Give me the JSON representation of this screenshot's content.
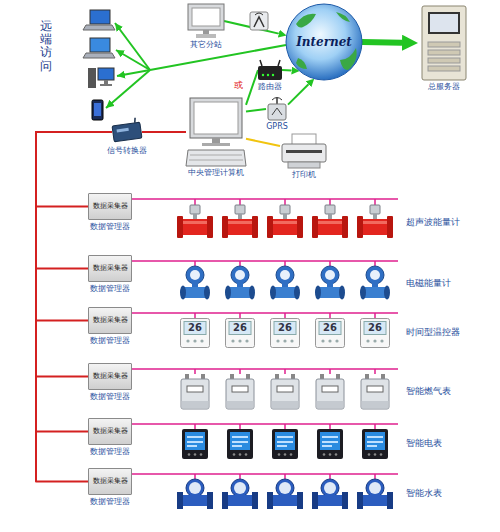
{
  "diagram": {
    "nodes": [
      {
        "text": [
          "其它分站"
        ]
      },
      {
        "text": [
          "Internet"
        ]
      },
      {
        "text": [
          "总服务器"
        ]
      },
      {
        "text": [
          "路由器"
        ]
      },
      {
        "text": [
          "GPRS"
        ]
      },
      {
        "text": [
          "中央管理计算机"
        ]
      },
      {
        "text": [
          "打印机"
        ]
      },
      {
        "text": [
          "信号转换器"
        ]
      },
      {
        "text": [
          "数据采集器",
          "数据管理器"
        ]
      },
      {
        "text": [
          "数据采集器",
          "数据管理器"
        ]
      },
      {
        "text": [
          "数据采集器",
          "数据管理器"
        ]
      },
      {
        "text": [
          "数据采集器",
          "数据管理器"
        ]
      },
      {
        "text": [
          "数据采集器",
          "数据管理器"
        ]
      },
      {
        "text": [
          "数据采集器",
          "数据管理器"
        ]
      }
    ],
    "edges": [
      {
        "from": 0,
        "to": 1,
        "arrow": "to"
      },
      {
        "from": 3,
        "to": 1,
        "arrow": "to"
      },
      {
        "from": 4,
        "to": 1,
        "arrow": "to"
      },
      {
        "from": 5,
        "to": 3,
        "arrow": "none"
      },
      {
        "from": 5,
        "to": 4,
        "arrow": "none"
      },
      {
        "from": 1,
        "to": 2,
        "arrow": "to"
      },
      {
        "from": 5,
        "to": 6,
        "arrow": "none"
      },
      {
        "from": 7,
        "to": 5,
        "arrow": "none"
      },
      {
        "from": 7,
        "to": 8,
        "arrow": "none"
      },
      {
        "from": 7,
        "to": 9,
        "arrow": "none"
      },
      {
        "from": 7,
        "to": 10,
        "arrow": "none"
      },
      {
        "from": 7,
        "to": 11,
        "arrow": "none"
      },
      {
        "from": 7,
        "to": 12,
        "arrow": "none"
      },
      {
        "from": 7,
        "to": 13,
        "arrow": "none"
      }
    ],
    "labels": [
      "远端访问",
      "或",
      "超声波能量计",
      "电磁能量计",
      "时间型温控器",
      "智能燃气表",
      "智能电表",
      "智能水表",
      "26",
      "26",
      "26",
      "26",
      "26"
    ]
  }
}
